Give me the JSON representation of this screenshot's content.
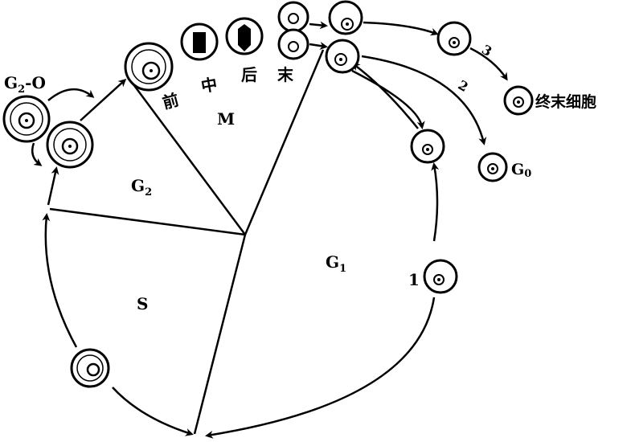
{
  "phases": {
    "g2": "G",
    "g2_sub": "2",
    "s": "S",
    "g1": "G",
    "g1_sub": "1",
    "m": "M"
  },
  "mitosis_stages": [
    "前",
    "中",
    "后",
    "末"
  ],
  "g2_0": {
    "main": "G",
    "sub": "2",
    "suffix": "-O"
  },
  "pathways": [
    "1",
    "2",
    "3"
  ],
  "g0": {
    "main": "G",
    "sub": "0"
  },
  "terminal_cell": "终末细胞"
}
